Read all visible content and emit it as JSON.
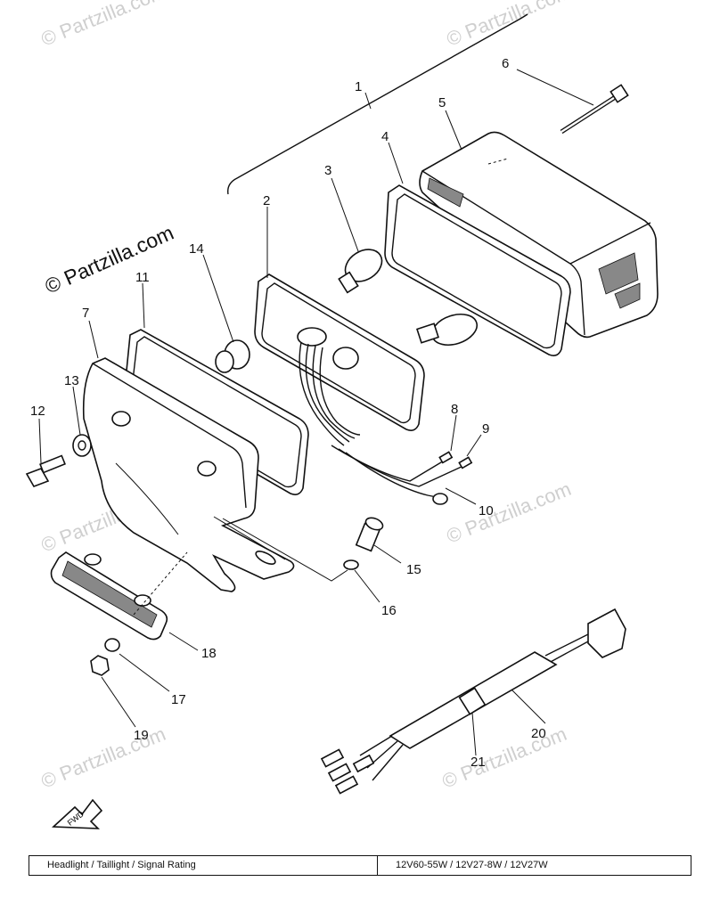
{
  "watermarks": {
    "brand_main": "© Partzilla.com",
    "brand_faint": "© Partzilla.com"
  },
  "callouts": [
    "1",
    "2",
    "3",
    "4",
    "5",
    "6",
    "7",
    "8",
    "9",
    "10",
    "11",
    "12",
    "13",
    "14",
    "15",
    "16",
    "17",
    "18",
    "19",
    "20",
    "21"
  ],
  "fwd_label": "FWD",
  "rating_table": {
    "label": "Headlight / Taillight / Signal Rating",
    "value": "12V60-55W / 12V27-8W / 12V27W"
  }
}
